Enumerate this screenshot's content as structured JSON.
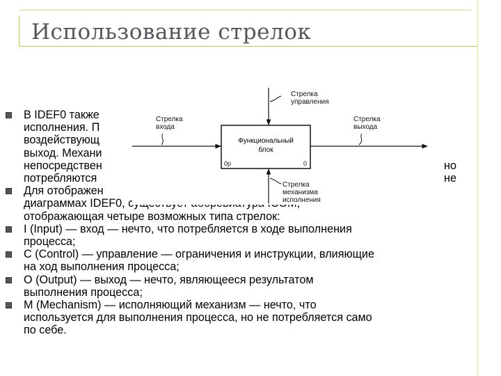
{
  "slide": {
    "title": "Использование стрелок"
  },
  "bullets": [
    {
      "lines": [
        "В IDEF0 также ",
        "исполнения. П",
        "воздействующ",
        "выход. Механи",
        "непосредствен",
        "потребляются"
      ],
      "line_tails": [
        "",
        "",
        "",
        "",
        "но не",
        ""
      ]
    },
    {
      "lines": [
        "Для отображен",
        "диаграммах IDEF0, существует аббревиатура ICOM,",
        "отображающая четыре возможных типа стрелок:"
      ]
    },
    {
      "lines": [
        "I (Input) — вход — нечто, что потребляется в ходе выполнения",
        "процесса;"
      ]
    },
    {
      "lines": [
        "C (Control) — управление — ограничения и инструкции, влияющие",
        "на ход выполнения процесса;"
      ]
    },
    {
      "lines": [
        "O (Output) — выход — нечто, являющееся результатом",
        "выполнения процесса;"
      ]
    },
    {
      "lines": [
        "M (Mechanism) — исполняющий механизм — нечто, что",
        "используется для выполнения процесса, но не потребляется само",
        "по себе."
      ]
    }
  ],
  "diagram": {
    "control_label": [
      "Стрелка",
      "управления"
    ],
    "input_label": [
      "Стрелка",
      "входа"
    ],
    "output_label": [
      "Стрелка",
      "выхода"
    ],
    "mechanism_label": [
      "Стрелка",
      "механизма",
      "исполнения"
    ],
    "box_label": [
      "Функциональный",
      "блок"
    ],
    "corner_left": "0р",
    "corner_right": "0"
  }
}
